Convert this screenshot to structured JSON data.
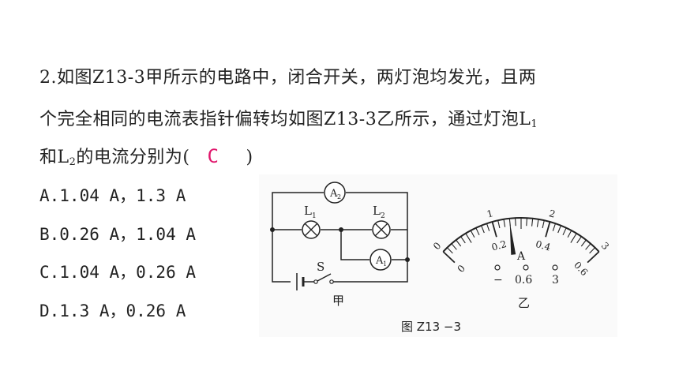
{
  "question": {
    "line1": "2.如图Z13-3甲所示的电路中，闭合开关，两灯泡均发光，且两",
    "line2_a": "个完全相同的电流表指针偏转均如图Z13-3乙所示，通过灯泡L",
    "line2_sub": "1",
    "line3_a": "和L",
    "line3_sub": "2",
    "line3_b": "的电流分别为(",
    "answer": "C",
    "line3_c": ")"
  },
  "options": [
    "A.1.04 A，1.3 A",
    "B.0.26 A，1.04 A",
    "C.1.04 A，0.26 A",
    "D.1.3 A，0.26 A"
  ],
  "figure": {
    "a2_main": "A",
    "a2_sub": "2",
    "a1_main": "A",
    "a1_sub": "1",
    "l1_main": "L",
    "l1_sub": "1",
    "l2_main": "L",
    "l2_sub": "2",
    "switch_label": "S",
    "left_caption": "甲",
    "right_caption": "乙",
    "meter_unit": "A",
    "outer_scale": [
      "0",
      "1",
      "2",
      "3"
    ],
    "inner_scale": [
      "0",
      "0.2",
      "0.4",
      "0.6"
    ],
    "terminal_labels": [
      "−",
      "0.6",
      "3"
    ],
    "caption": "图 Z13 −3",
    "pointer_fraction": 0.433
  }
}
